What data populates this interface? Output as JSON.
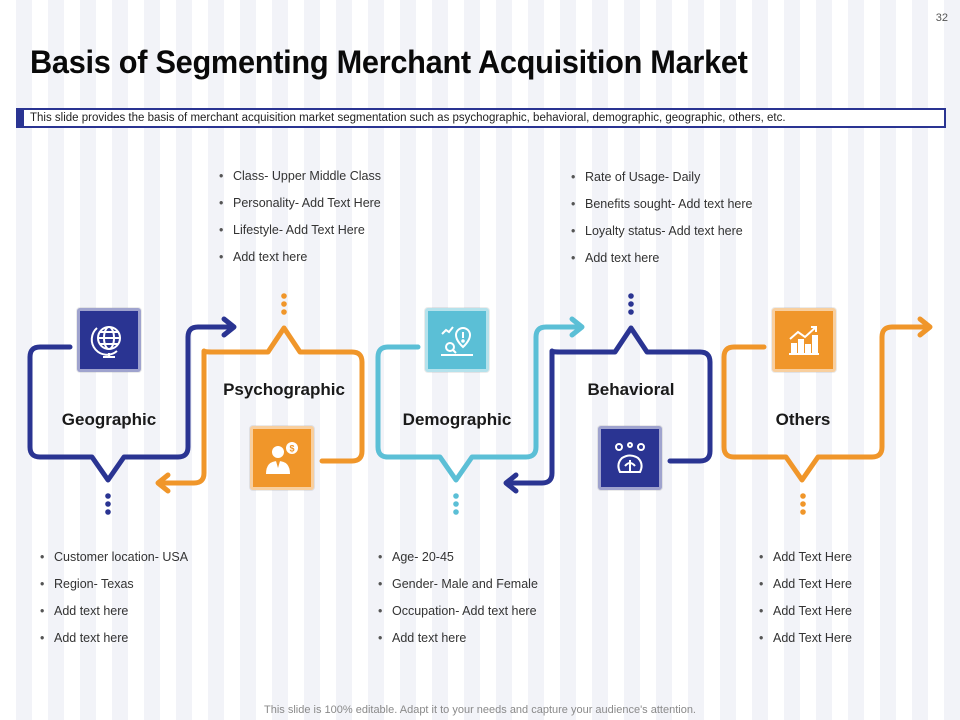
{
  "slide": {
    "page_number": "32",
    "title": "Basis of Segmenting Merchant Acquisition Market",
    "subtitle": "This slide provides  the basis of merchant acquisition market segmentation such as psychographic,  behavioral,  demographic,  geographic,  others, etc.",
    "footer": "This slide is 100% editable. Adapt it to your needs and capture your audience's attention."
  },
  "colors": {
    "navy": "#2a3492",
    "orange": "#f0962a",
    "teal": "#5bbfd6",
    "text": "#1a1a1a"
  },
  "segments": [
    {
      "label": "Geographic",
      "icon": "globe-icon",
      "color": "#2a3492",
      "bullets": [
        "Customer location- USA",
        "Region- Texas",
        "Add text here",
        "Add text here"
      ]
    },
    {
      "label": "Psychographic",
      "icon": "businessman-dollar-icon",
      "color": "#f0962a",
      "bullets": [
        "Class- Upper Middle Class",
        "Personality- Add Text Here",
        "Lifestyle- Add Text Here",
        "Add text here"
      ]
    },
    {
      "label": "Demographic",
      "icon": "location-analytics-icon",
      "color": "#5bbfd6",
      "bullets": [
        "Age- 20-45",
        "Gender- Male and Female",
        "Occupation- Add text here",
        "Add text here"
      ]
    },
    {
      "label": "Behavioral",
      "icon": "brain-gears-icon",
      "color": "#2a3492",
      "bullets": [
        "Rate of Usage- Daily",
        "Benefits sought- Add text here",
        "Loyalty status- Add text here",
        "Add text here"
      ]
    },
    {
      "label": "Others",
      "icon": "growth-chart-icon",
      "color": "#f0962a",
      "bullets": [
        "Add Text Here",
        "Add Text Here",
        "Add Text Here",
        "Add Text Here"
      ]
    }
  ]
}
